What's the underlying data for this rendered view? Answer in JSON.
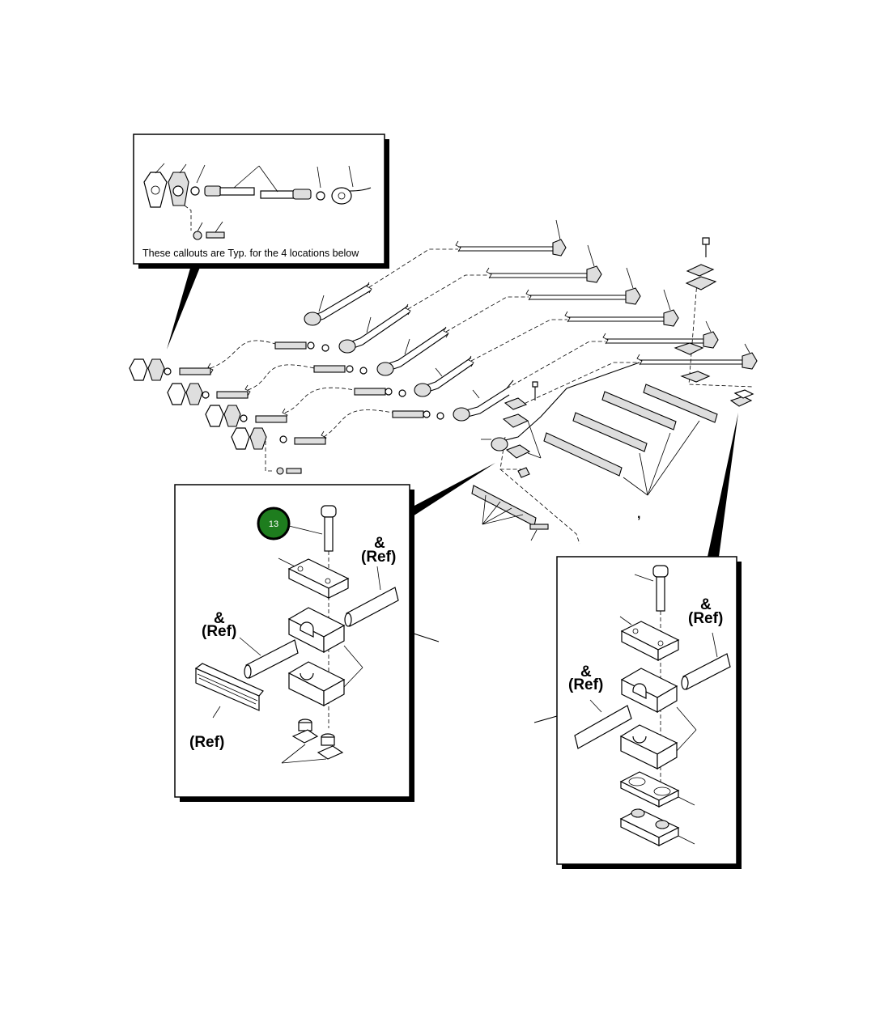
{
  "inset_note": "These callouts are Typ. for the 4 locations below",
  "callout_badge": {
    "number": "13",
    "color": "#1e7d1e"
  },
  "labels": {
    "amp": "&",
    "ref": "(Ref)",
    "comma": ","
  }
}
